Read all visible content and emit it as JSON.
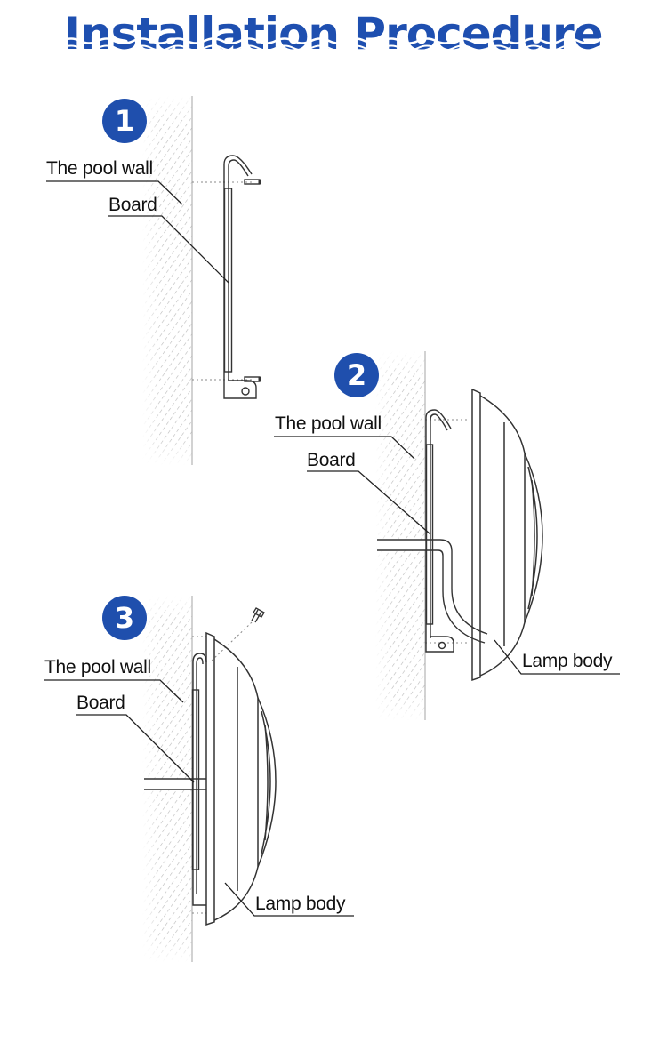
{
  "title": "Installation Procedure",
  "colors": {
    "title": "#1e4fb0",
    "badge": "#1f4fad",
    "line": "#333333",
    "wall": "#b9b9b9"
  },
  "steps": [
    {
      "number": "1",
      "labels": {
        "wall": "The pool wall",
        "board": "Board"
      }
    },
    {
      "number": "2",
      "labels": {
        "wall": "The pool wall",
        "board": "Board",
        "lamp": "Lamp body"
      }
    },
    {
      "number": "3",
      "labels": {
        "wall": "The pool wall",
        "board": "Board",
        "lamp": "Lamp body"
      }
    }
  ]
}
